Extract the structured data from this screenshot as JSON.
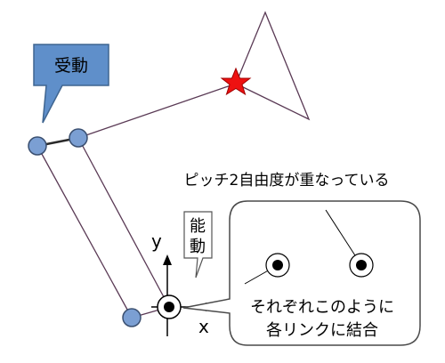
{
  "labels": {
    "passive": "受動",
    "active_line1": "能",
    "active_line2": "動",
    "pitch_note": "ピッチ2自由度が重なっている",
    "callout_line1": "それぞれこのように",
    "callout_line2": "各リンクに結合",
    "axis_y": "y",
    "axis_x": "x"
  },
  "colors": {
    "link_line": "#5a3a55",
    "joint_fill": "#7b9fd3",
    "joint_stroke": "#3a4f70",
    "passive_box_fill": "#5f8fca",
    "passive_box_stroke": "#3f6590",
    "star_fill": "#ee1111",
    "star_stroke": "#a00000",
    "callout_stroke": "#4a4a4a"
  },
  "icons": {
    "end_effector": "star-icon",
    "joint_marker": "concentric-circle-icon"
  }
}
